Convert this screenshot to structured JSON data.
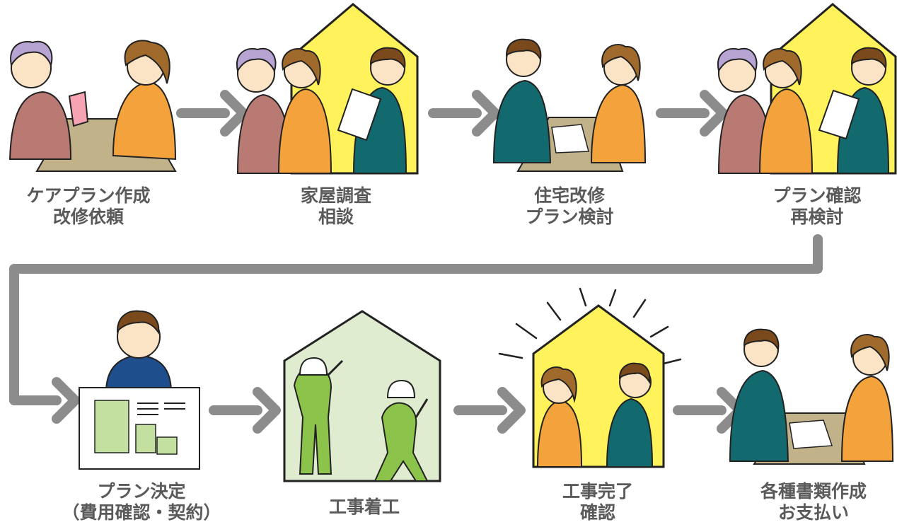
{
  "flow": {
    "steps": [
      {
        "line1": "ケアプラン作成",
        "line2": "改修依頼"
      },
      {
        "line1": "家屋調査",
        "line2": "相談"
      },
      {
        "line1": "住宅改修",
        "line2": "プラン検討"
      },
      {
        "line1": "プラン確認",
        "line2": "再検討"
      },
      {
        "line1": "プラン決定",
        "line2": "（費用確認・契約）"
      },
      {
        "line1": "工事着工",
        "line2": ""
      },
      {
        "line1": "工事完了",
        "line2": "確認"
      },
      {
        "line1": "各種書類作成",
        "line2": "お支払い"
      }
    ]
  },
  "colors": {
    "arrow": "#8c8c8c",
    "label_text": "#5a5a5a",
    "house_yellow": "#fff25a",
    "house_green": "#e0ecd0",
    "table": "#c2b28a",
    "suit": "#136a6e",
    "orange": "#f4a23c",
    "mauve": "#b87a72",
    "hair_grey": "#b8a4d2",
    "hair_brown": "#a06a2c",
    "worker_green": "#8cc34a",
    "skin": "#fbe3c5"
  },
  "icons": [
    "care-plan-meeting",
    "house-consultation",
    "plan-review-table",
    "plan-reconfirm-house",
    "blueprint-presentation",
    "construction-workers",
    "completion-celebration",
    "payment-signing"
  ]
}
